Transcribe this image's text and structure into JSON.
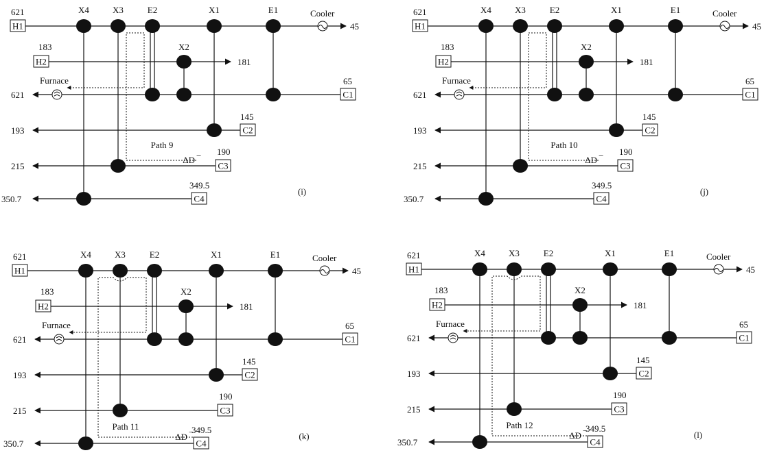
{
  "panels": [
    {
      "id": "i",
      "panel_label": "(i)",
      "path_label": "Path 9",
      "delta_label": "ΔD",
      "delta_sup": "−",
      "delta_stream": "C3",
      "path_route": "x3",
      "hot_streams": [
        {
          "name": "H1",
          "in_temp": "621",
          "out_temp": "45"
        },
        {
          "name": "H2",
          "in_temp": "183",
          "out_temp": "181"
        }
      ],
      "cold_streams": [
        {
          "name": "C1",
          "in_temp": "65",
          "out_temp": "621"
        },
        {
          "name": "C2",
          "in_temp": "145",
          "out_temp": "193"
        },
        {
          "name": "C3",
          "in_temp": "190",
          "out_temp": "215"
        },
        {
          "name": "C4",
          "in_temp": "349.5",
          "out_temp": "350.7"
        }
      ],
      "exchangers": [
        "X4",
        "X3",
        "E2",
        "X1",
        "E1",
        "X2"
      ],
      "utilities": {
        "cooler": "Cooler",
        "furnace": "Furnace"
      }
    },
    {
      "id": "j",
      "panel_label": "(j)",
      "path_label": "Path 10",
      "delta_label": "ΔD",
      "delta_sup": "−",
      "delta_stream": "C3",
      "path_route": "x3",
      "hot_streams": [
        {
          "name": "H1",
          "in_temp": "621",
          "out_temp": "45"
        },
        {
          "name": "H2",
          "in_temp": "183",
          "out_temp": "181"
        }
      ],
      "cold_streams": [
        {
          "name": "C1",
          "in_temp": "65",
          "out_temp": "621"
        },
        {
          "name": "C2",
          "in_temp": "145",
          "out_temp": "193"
        },
        {
          "name": "C3",
          "in_temp": "190",
          "out_temp": "215"
        },
        {
          "name": "C4",
          "in_temp": "349.5",
          "out_temp": "350.7"
        }
      ],
      "exchangers": [
        "X4",
        "X3",
        "E2",
        "X1",
        "E1",
        "X2"
      ],
      "utilities": {
        "cooler": "Cooler",
        "furnace": "Furnace"
      }
    },
    {
      "id": "k",
      "panel_label": "(k)",
      "path_label": "Path 11",
      "delta_label": "ΔD",
      "delta_sup": "−",
      "delta_stream": "C4",
      "path_route": "x4",
      "hot_streams": [
        {
          "name": "H1",
          "in_temp": "621",
          "out_temp": "45"
        },
        {
          "name": "H2",
          "in_temp": "183",
          "out_temp": "181"
        }
      ],
      "cold_streams": [
        {
          "name": "C1",
          "in_temp": "65",
          "out_temp": "621"
        },
        {
          "name": "C2",
          "in_temp": "145",
          "out_temp": "193"
        },
        {
          "name": "C3",
          "in_temp": "190",
          "out_temp": "215"
        },
        {
          "name": "C4",
          "in_temp": "349.5",
          "out_temp": "350.7"
        }
      ],
      "exchangers": [
        "X4",
        "X3",
        "E2",
        "X1",
        "E1",
        "X2"
      ],
      "utilities": {
        "cooler": "Cooler",
        "furnace": "Furnace"
      }
    },
    {
      "id": "l",
      "panel_label": "(l)",
      "path_label": "Path 12",
      "delta_label": "ΔD",
      "delta_sup": "−",
      "delta_stream": "C4",
      "path_route": "x4",
      "hot_streams": [
        {
          "name": "H1",
          "in_temp": "621",
          "out_temp": "45"
        },
        {
          "name": "H2",
          "in_temp": "183",
          "out_temp": "181"
        }
      ],
      "cold_streams": [
        {
          "name": "C1",
          "in_temp": "65",
          "out_temp": "621"
        },
        {
          "name": "C2",
          "in_temp": "145",
          "out_temp": "193"
        },
        {
          "name": "C3",
          "in_temp": "190",
          "out_temp": "215"
        },
        {
          "name": "C4",
          "in_temp": "349.5",
          "out_temp": "350.7"
        }
      ],
      "exchangers": [
        "X4",
        "X3",
        "E2",
        "X1",
        "E1",
        "X2"
      ],
      "utilities": {
        "cooler": "Cooler",
        "furnace": "Furnace"
      }
    }
  ]
}
